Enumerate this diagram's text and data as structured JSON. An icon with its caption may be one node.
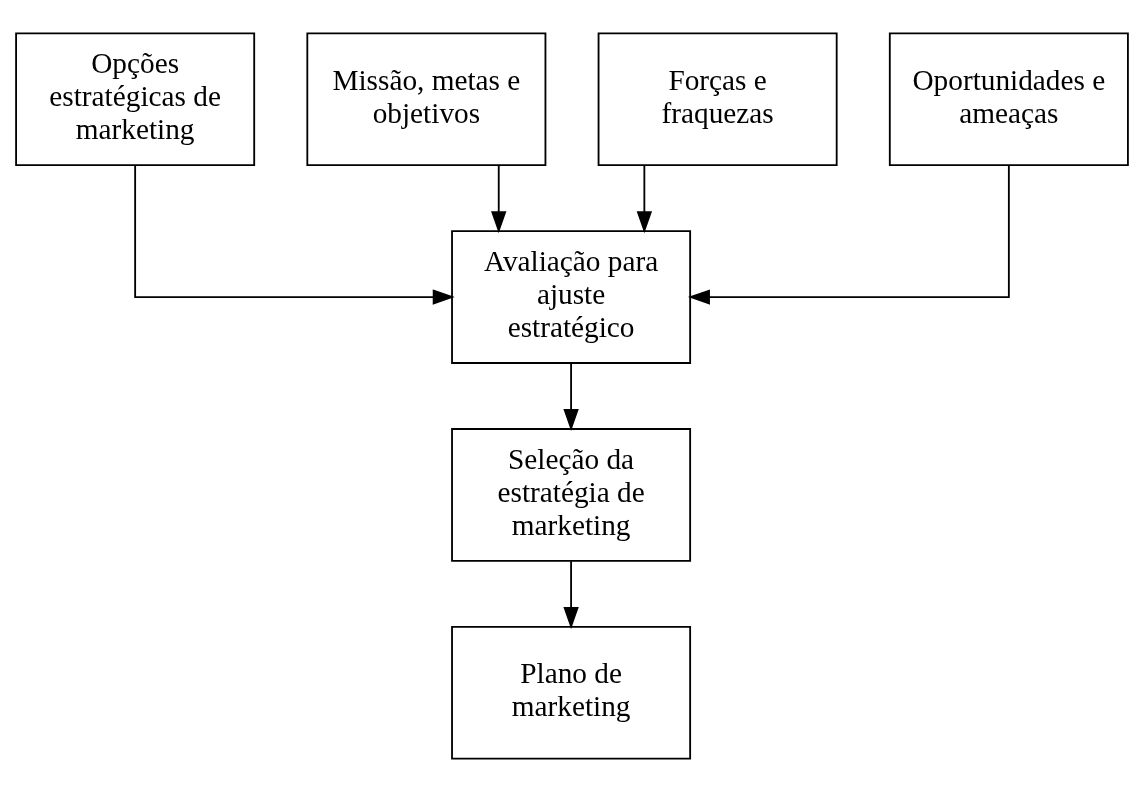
{
  "diagram": {
    "nodes": [
      {
        "text": [
          "Opções estratégicas de marketing"
        ]
      },
      {
        "text": [
          "Missão, metas e objetivos"
        ]
      },
      {
        "text": [
          "Forças e fraquezas"
        ]
      },
      {
        "text": [
          "Oportunidades e ameaças"
        ]
      },
      {
        "text": [
          "Avaliação para ajuste estratégico"
        ]
      },
      {
        "text": [
          "Seleção da estratégia de marketing"
        ]
      },
      {
        "text": [
          "Plano de marketing"
        ]
      }
    ],
    "edges": [
      {
        "from": 0,
        "to": 4,
        "arrow": "to"
      },
      {
        "from": 1,
        "to": 4,
        "arrow": "to"
      },
      {
        "from": 2,
        "to": 4,
        "arrow": "to"
      },
      {
        "from": 3,
        "to": 4,
        "arrow": "to"
      },
      {
        "from": 4,
        "to": 5,
        "arrow": "to"
      },
      {
        "from": 5,
        "to": 6,
        "arrow": "to"
      }
    ]
  }
}
